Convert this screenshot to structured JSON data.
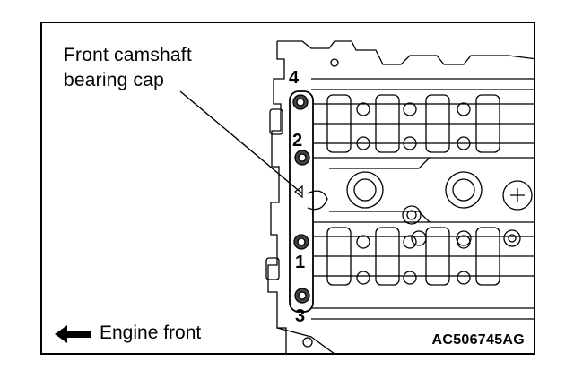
{
  "callout": {
    "line1": "Front camshaft",
    "line2": "bearing cap"
  },
  "bolt_numbers": [
    "4",
    "2",
    "1",
    "3"
  ],
  "direction_label": "Engine front",
  "figure_code": "AC506745AG",
  "icons": {
    "direction": "arrow-left-icon"
  },
  "colors": {
    "ink": "#000000",
    "paper": "#ffffff"
  }
}
